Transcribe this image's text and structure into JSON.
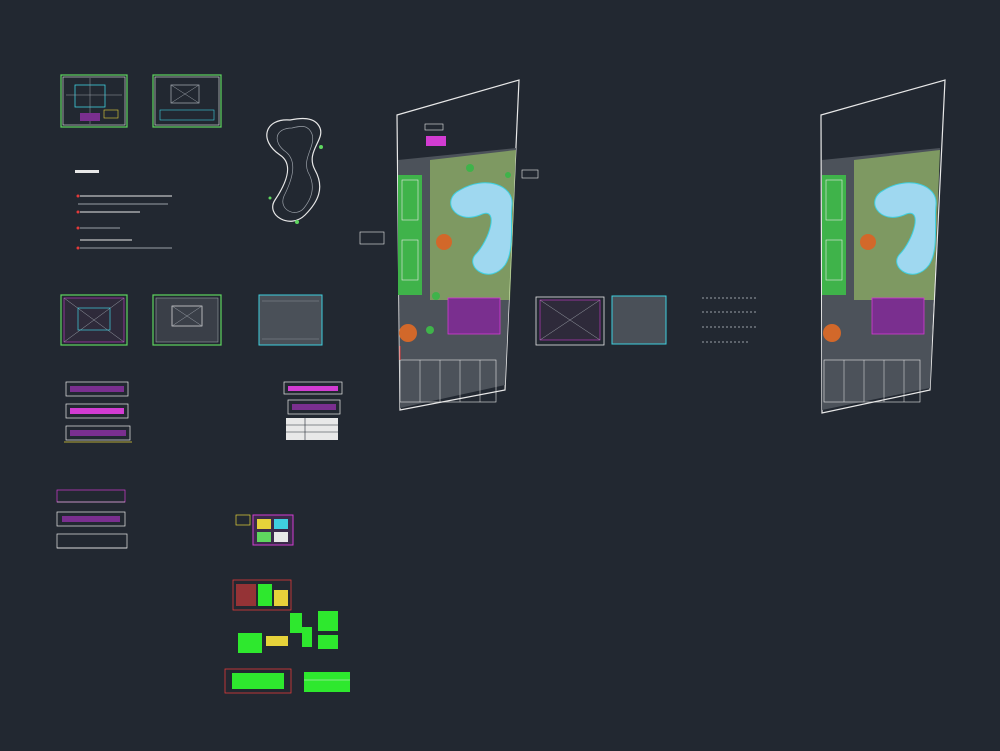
{
  "viewport": {
    "background": "#222831"
  },
  "palette": {
    "line_white": "#e8e8e8",
    "line_gray": "#9aa0a8",
    "cyan": "#3fd0e0",
    "green": "#5fd65f",
    "bright_green": "#2ee82e",
    "magenta": "#d23cd2",
    "purple": "#7a2f8f",
    "red": "#e23a3a",
    "yellow": "#e6d23a",
    "orange": "#d2682a",
    "pool_blue": "#9fd8f0",
    "paving": "#4c525a",
    "vegetation": "#3fb34a",
    "light_veg": "#a8d46a"
  },
  "drawings": [
    "floor-plan-1",
    "floor-plan-2",
    "pool-plan",
    "title-block",
    "floor-plan-3",
    "floor-plan-4",
    "roof-plan",
    "sections-a",
    "sections-b",
    "elevations",
    "detail-sheet",
    "details-cluster",
    "site-plan-main",
    "floor-plan-5",
    "roof-plan-2",
    "notes-text",
    "site-plan-copy"
  ]
}
